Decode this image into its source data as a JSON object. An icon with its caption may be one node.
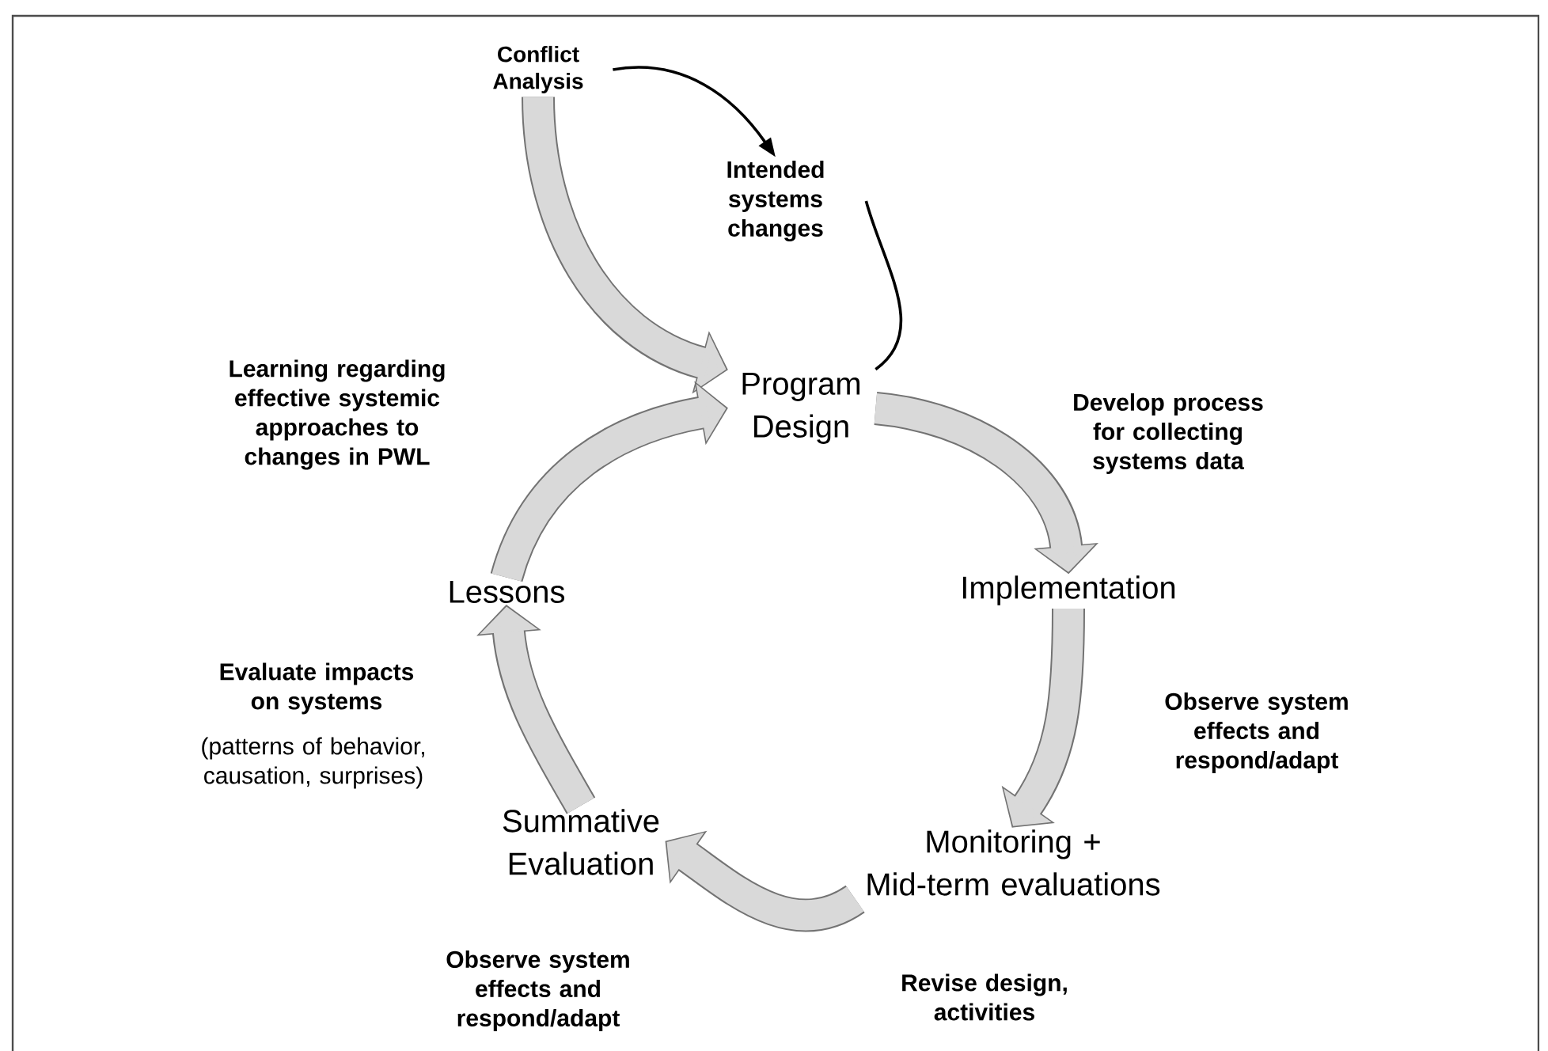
{
  "diagram": {
    "nodes": [
      {
        "text": [
          "Conflict Analysis"
        ]
      },
      {
        "text": [
          "Intended systems changes"
        ]
      },
      {
        "text": [
          "Program Design"
        ]
      },
      {
        "text": [
          "Implementation"
        ]
      },
      {
        "text": [
          "Monitoring + Mid-term evaluations"
        ]
      },
      {
        "text": [
          "Summative Evaluation"
        ]
      },
      {
        "text": [
          "Lessons"
        ]
      }
    ],
    "edges": [
      {
        "from": 0,
        "to": 1,
        "arrow": "to",
        "color": "#000000"
      },
      {
        "from": 1,
        "to": 2,
        "arrow": "none",
        "color": "#000000"
      },
      {
        "from": 0,
        "to": 2,
        "arrow": "to"
      },
      {
        "from": 2,
        "to": 3,
        "arrow": "to"
      },
      {
        "from": 3,
        "to": 4,
        "arrow": "to"
      },
      {
        "from": 4,
        "to": 5,
        "arrow": "to"
      },
      {
        "from": 5,
        "to": 6,
        "arrow": "to"
      },
      {
        "from": 6,
        "to": 2,
        "arrow": "to"
      }
    ],
    "labels": [
      "Learning regarding effective systemic approaches to changes in PWL",
      "Develop process for collecting systems data",
      "Evaluate impacts on systems",
      "(patterns of behavior, causation, surprises)",
      "Observe system effects and respond/adapt",
      "Observe system effects and respond/adapt",
      "Revise design, activities"
    ]
  }
}
